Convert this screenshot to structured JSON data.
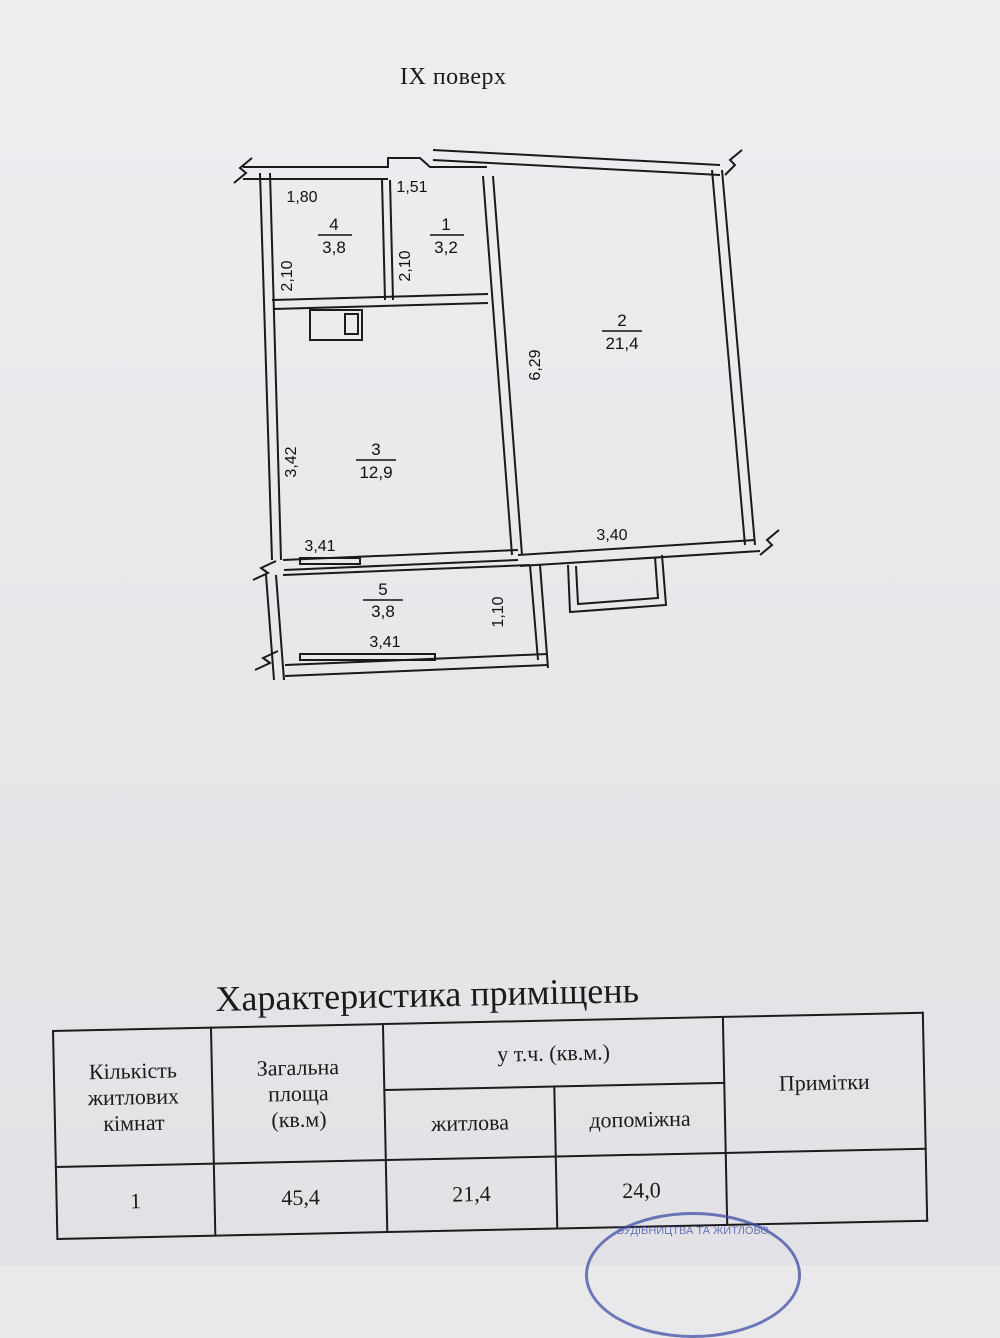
{
  "floor_label": "IX поверх",
  "rooms": [
    {
      "number": "1",
      "area": "3,2"
    },
    {
      "number": "2",
      "area": "21,4"
    },
    {
      "number": "3",
      "area": "12,9"
    },
    {
      "number": "4",
      "area": "3,8"
    },
    {
      "number": "5",
      "area": "3,8"
    }
  ],
  "dimensions": {
    "room4_width": "1,80",
    "room4_height": "2,10",
    "room1_width": "1,51",
    "room1_height": "2,10",
    "room2_height": "6,29",
    "room2_width": "3,40",
    "room3_height": "3,42",
    "room3_width": "3,41",
    "room5_width": "3,41",
    "room5_height": "1,10"
  },
  "section_title": "Характеристика приміщень",
  "table": {
    "headers": {
      "rooms_count": [
        "Кількість",
        "житлових",
        "кімнат"
      ],
      "total_area": [
        "Загальна",
        "площа",
        "(кв.м)"
      ],
      "including": "у т.ч. (кв.м.)",
      "living": "житлова",
      "auxiliary": "допоміжна",
      "notes": "Примітки"
    },
    "row": {
      "rooms_count": "1",
      "total_area": "45,4",
      "living": "21,4",
      "auxiliary": "24,0",
      "notes": ""
    }
  },
  "stamp_text": "БУДІВНИЦТВА ТА ЖИТЛОВО"
}
